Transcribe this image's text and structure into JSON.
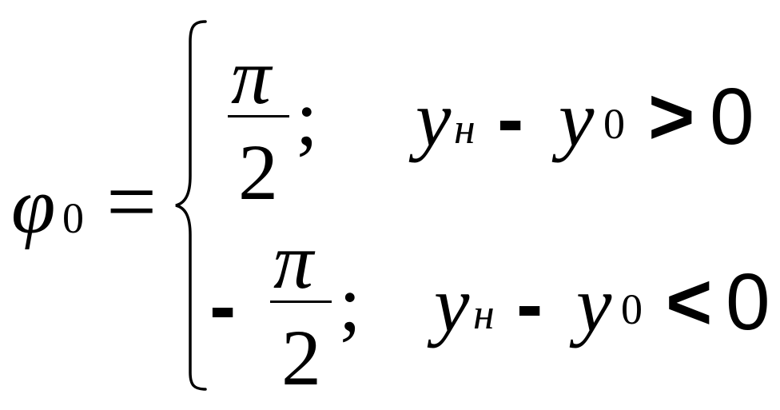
{
  "equation": {
    "lhs": {
      "symbol": "φ",
      "subscript": "0",
      "equals": "="
    },
    "cases": [
      {
        "sign": "",
        "numerator": "π",
        "denominator": "2",
        "separator": ";",
        "condition": {
          "var": "y",
          "var_sub": "н",
          "minus": "-",
          "var2": "y",
          "var2_sub": "0",
          "relation": ">",
          "value": "0"
        }
      },
      {
        "sign": "-",
        "numerator": "π",
        "denominator": "2",
        "separator": ";",
        "condition": {
          "var": "y",
          "var_sub": "н",
          "minus": "-",
          "var2": "y",
          "var2_sub": "0",
          "relation": "<",
          "value": "0"
        }
      }
    ]
  }
}
